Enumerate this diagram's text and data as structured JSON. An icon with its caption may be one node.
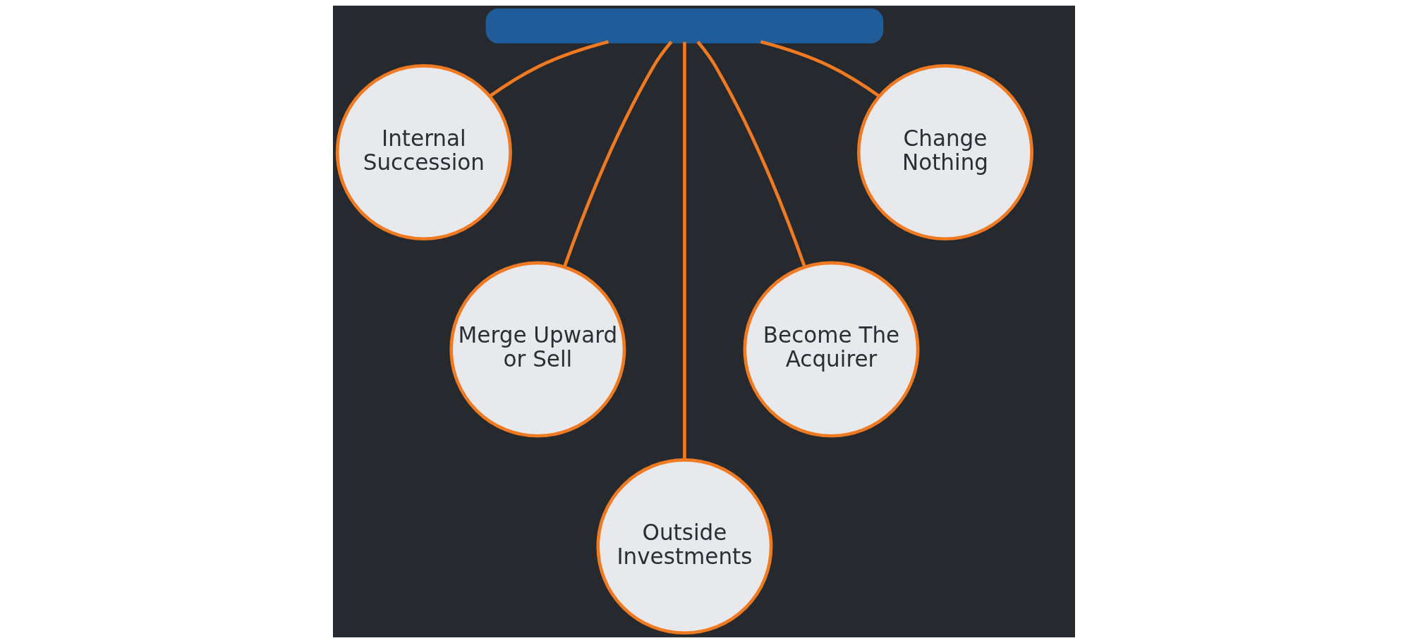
{
  "diagram": {
    "nodes": [
      {
        "text": [],
        "shape": "box"
      },
      {
        "text": [
          "Internal Succession"
        ]
      },
      {
        "text": [
          "Merge Upward or Sell"
        ]
      },
      {
        "text": [
          "Outside Investments"
        ]
      },
      {
        "text": [
          "Become The Acquirer"
        ]
      },
      {
        "text": [
          "Change Nothing"
        ]
      }
    ],
    "edges": [
      {
        "from": 0,
        "to": 1,
        "arrow": "none"
      },
      {
        "from": 0,
        "to": 2,
        "arrow": "none"
      },
      {
        "from": 0,
        "to": 3,
        "arrow": "none"
      },
      {
        "from": 0,
        "to": 4,
        "arrow": "none"
      },
      {
        "from": 0,
        "to": 5,
        "arrow": "none"
      }
    ]
  }
}
